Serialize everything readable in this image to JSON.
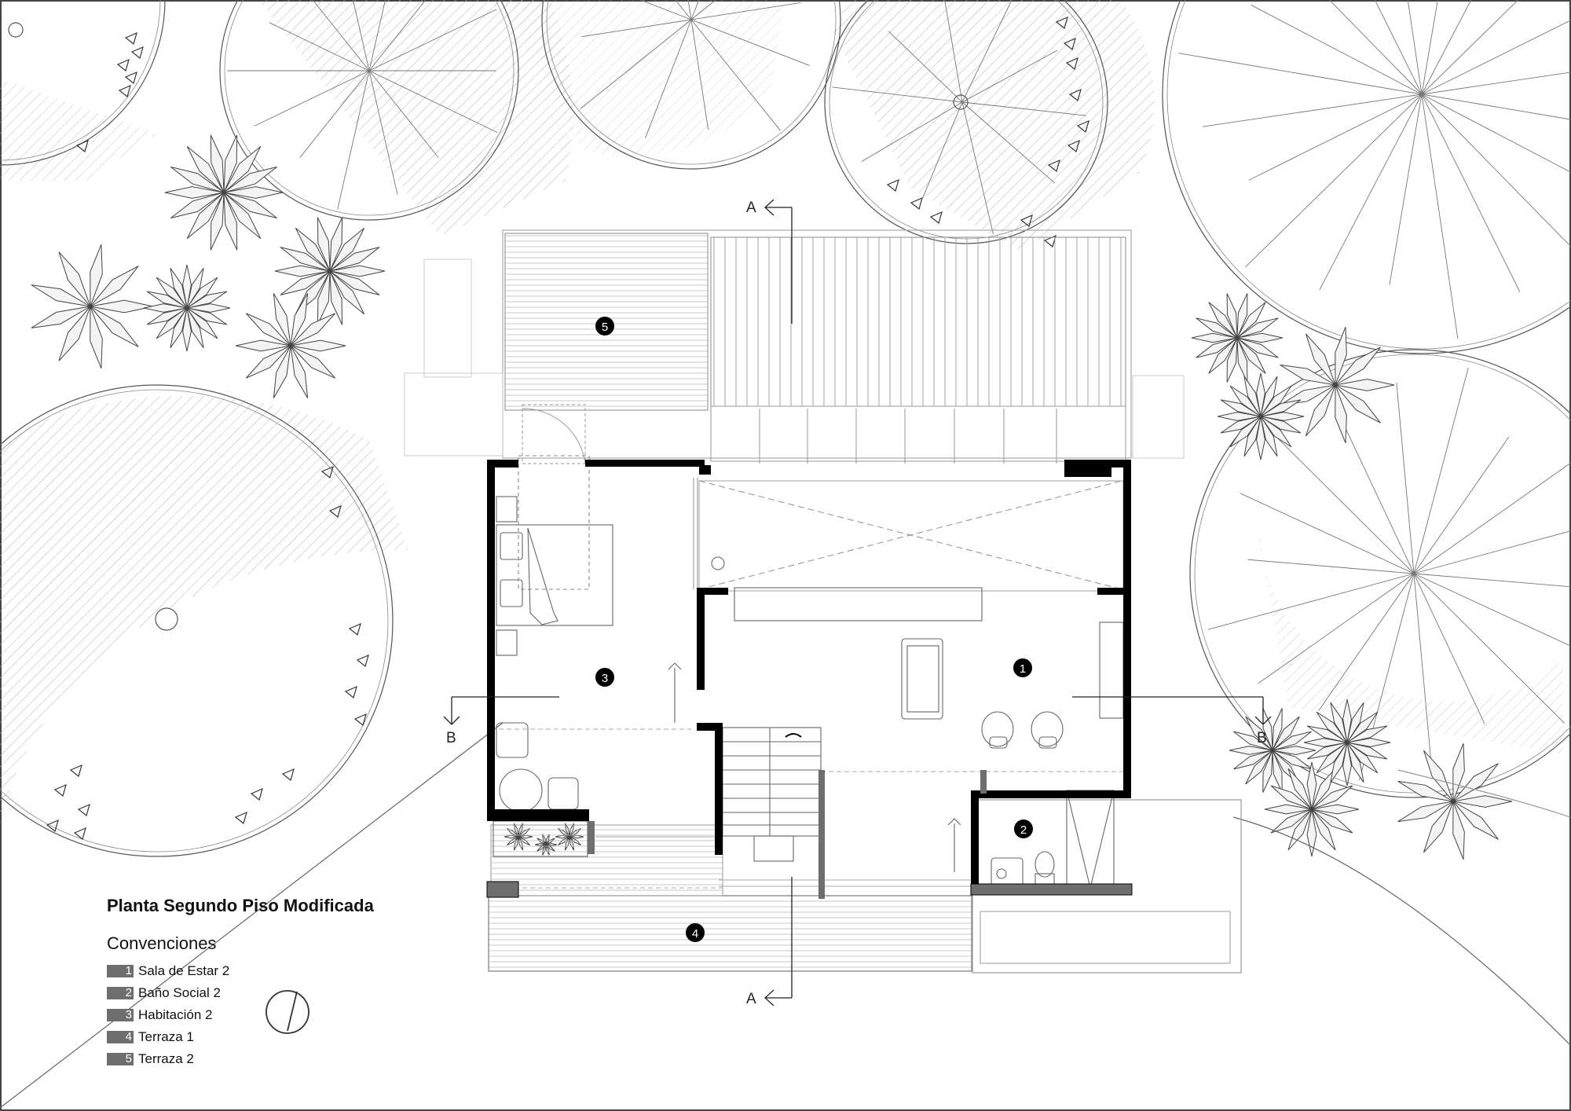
{
  "title": "Planta Segundo Piso Modificada",
  "legend": {
    "heading": "Convenciones",
    "items": [
      {
        "num": "1",
        "label": "Sala de Estar 2"
      },
      {
        "num": "2",
        "label": "Baño Social 2"
      },
      {
        "num": "3",
        "label": "Habitación 2"
      },
      {
        "num": "4",
        "label": "Terraza 1"
      },
      {
        "num": "5",
        "label": "Terraza 2"
      }
    ]
  },
  "rooms": {
    "r1": "1",
    "r2": "2",
    "r3": "3",
    "r4": "4",
    "r5": "5"
  },
  "sections": {
    "a_top": "A",
    "a_bottom": "A",
    "b_left": "B",
    "b_right": "B"
  },
  "colors": {
    "wall": "#000000",
    "line": "#555555",
    "light": "#9a9a9a",
    "hatch": "#b0b0b0",
    "legend_chip": "#6e6e6e"
  }
}
